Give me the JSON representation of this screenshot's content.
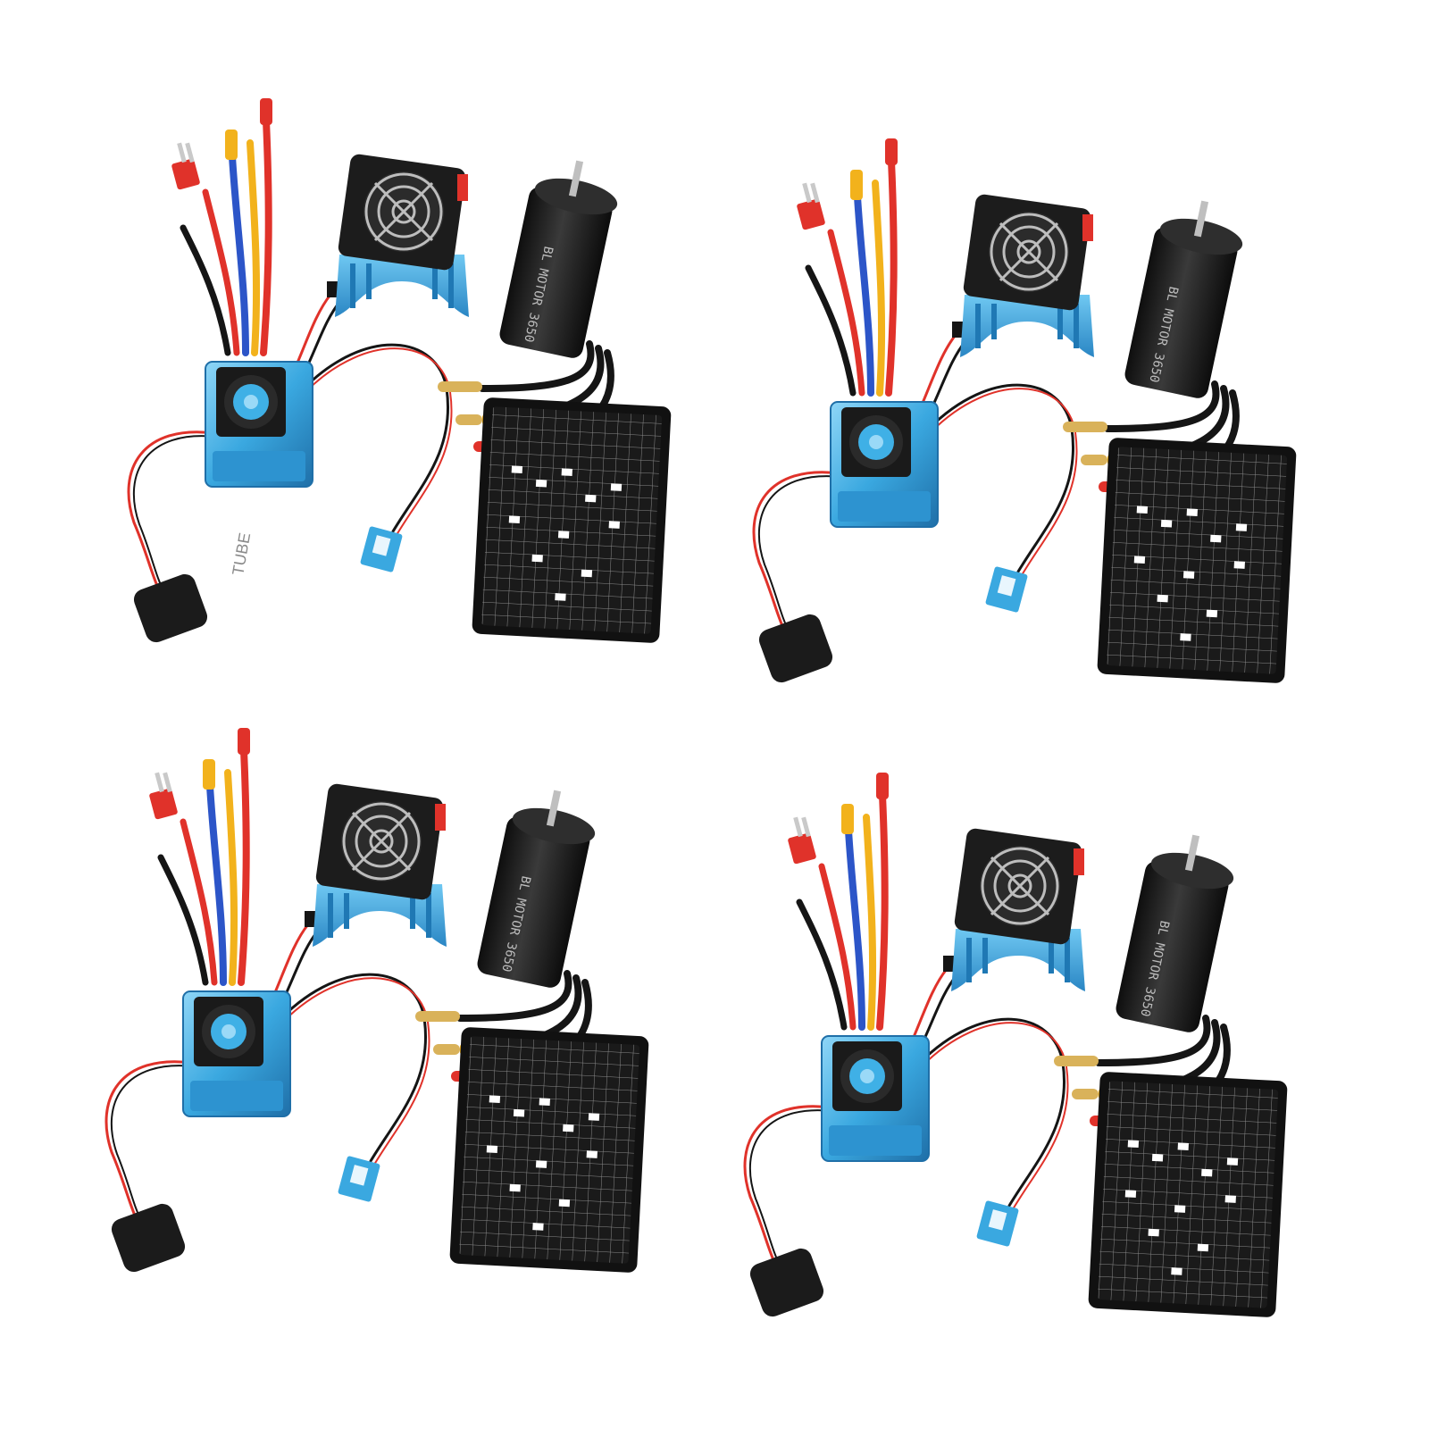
{
  "kits": [
    {
      "id": "kit-top-left",
      "motor_label": "BL MOTOR 3650",
      "tube_label": "TUBE"
    },
    {
      "id": "kit-top-right",
      "motor_label": "BL MOTOR 3650",
      "tube_label": ""
    },
    {
      "id": "kit-bottom-left",
      "motor_label": "BL MOTOR 3650",
      "tube_label": ""
    },
    {
      "id": "kit-bottom-right",
      "motor_label": "BL MOTOR 3650",
      "tube_label": ""
    }
  ],
  "colors": {
    "background": "#ffffff",
    "esc_blue": "#3aa8e0",
    "esc_blue_dark": "#1f7fb8",
    "esc_blue_light": "#7fd0f5",
    "motor_black": "#1e1e1e",
    "card_black": "#1a1a1a",
    "wire_red": "#e0322a",
    "wire_yellow": "#f2b21c",
    "wire_blue": "#2c55c8",
    "wire_black": "#151515",
    "connector_gold": "#d9b25a"
  }
}
